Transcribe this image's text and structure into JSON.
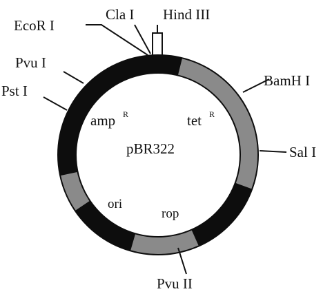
{
  "plasmid": {
    "name": "pBR322",
    "colors": {
      "ring_dark": "#0d0d0d",
      "ring_shaded": "#8a8a8a",
      "ink": "#111111",
      "background": "#ffffff"
    }
  },
  "restriction_sites": [
    {
      "id": "ecori",
      "label": "EcoR I"
    },
    {
      "id": "clai",
      "label": "Cla I"
    },
    {
      "id": "hindiii",
      "label": "Hind III"
    },
    {
      "id": "bamhi",
      "label": "BamH I"
    },
    {
      "id": "sali",
      "label": "Sal I"
    },
    {
      "id": "pvuii",
      "label": "Pvu II"
    },
    {
      "id": "psti",
      "label": "Pst I"
    },
    {
      "id": "pvui",
      "label": "Pvu I"
    }
  ],
  "genes": {
    "amp": {
      "base": "amp",
      "sup": "R"
    },
    "tet": {
      "base": "tet",
      "sup": "R"
    },
    "ori": "ori",
    "rop": "rop"
  }
}
